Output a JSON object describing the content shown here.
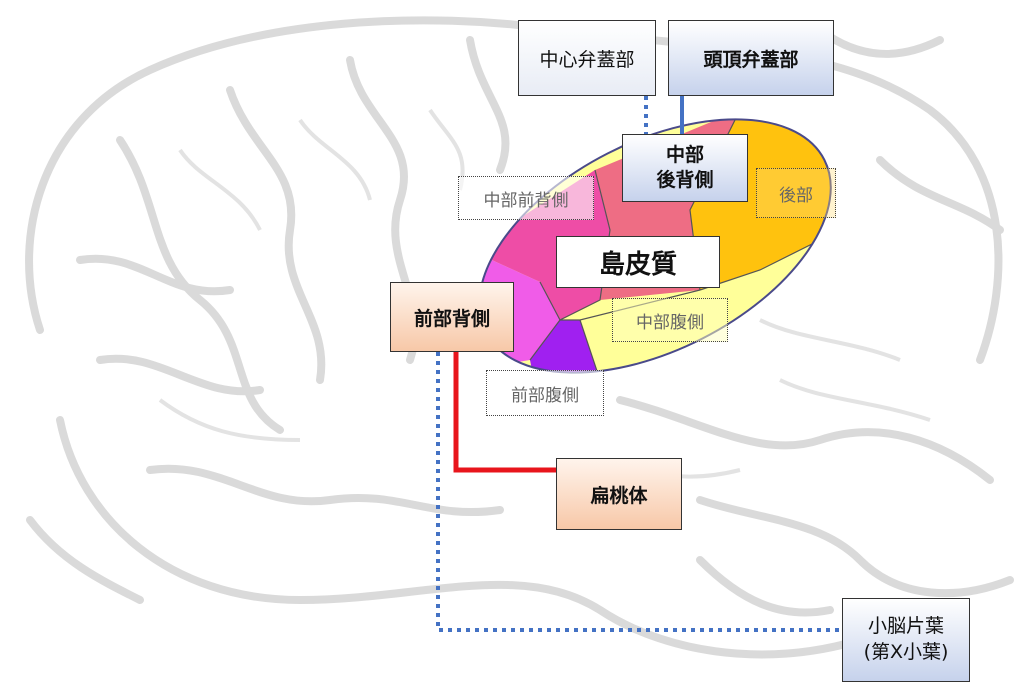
{
  "diagram": {
    "labels": {
      "central_operculum": "中心弁蓋部",
      "parietal_operculum": "頭頂弁蓋部",
      "mid_dorsal_posterior_line1": "中部",
      "mid_dorsal_posterior_line2": "後背側",
      "mid_dorsal_anterior": "中部前背側",
      "posterior": "後部",
      "insula": "島皮質",
      "anterior_dorsal": "前部背側",
      "mid_ventral": "中部腹側",
      "anterior_ventral": "前部腹側",
      "amygdala": "扁桃体",
      "flocculus_line1": "小脳片葉",
      "flocculus_line2": "(第X小葉)"
    },
    "colors": {
      "region_pink_red": "#ee6d84",
      "region_magenta": "#ee4da6",
      "region_orange": "#ffc20e",
      "region_yellow": "#ffff99",
      "region_purple": "#a020f0",
      "region_violet": "#f05ce8",
      "connector_red": "#e8151c",
      "connector_blue": "#4472c4"
    }
  }
}
